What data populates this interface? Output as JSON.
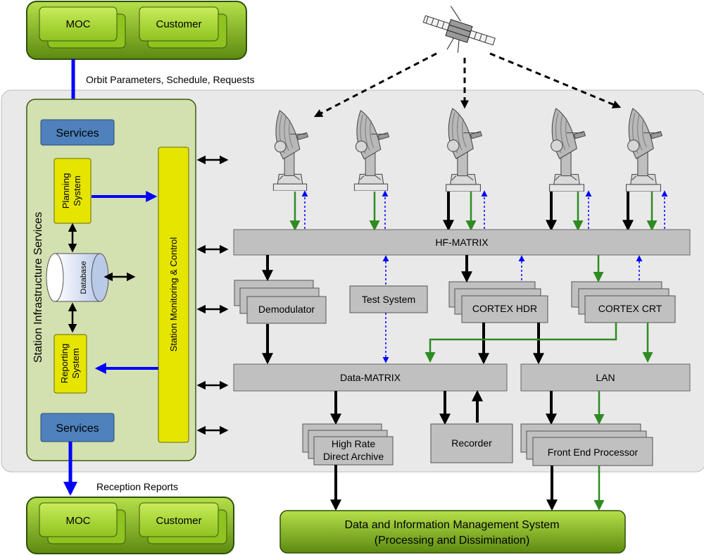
{
  "top_group": {
    "moc": "MOC",
    "customer": "Customer"
  },
  "bottom_group": {
    "moc": "MOC",
    "customer": "Customer"
  },
  "flow_labels": {
    "inbound": "Orbit Parameters, Schedule, Requests",
    "outbound": "Reception Reports"
  },
  "infrastructure": {
    "title": "Station Infrastructure Services",
    "services_top": "Services",
    "services_bottom": "Services",
    "planning": [
      "Planning",
      "System"
    ],
    "reporting": [
      "Reporting",
      "System"
    ],
    "database": "Database",
    "monitoring": "Station Monitoring & Control"
  },
  "matrices": {
    "hf": "HF-MATRIX",
    "data": "Data-MATRIX",
    "lan": "LAN"
  },
  "units": {
    "demodulator": "Demodulator",
    "test_system": "Test System",
    "cortex_hdr": "CORTEX HDR",
    "cortex_crt": "CORTEX CRT",
    "archive": [
      "High Rate",
      "Direct Archive"
    ],
    "recorder": "Recorder",
    "fep": "Front End Processor"
  },
  "dims": {
    "title": "Data and Information Management System",
    "subtitle": "(Processing and Dissimination)"
  },
  "icons": {
    "antennas": [
      "antenna-dish-icon",
      "antenna-dish-icon",
      "antenna-dish-icon",
      "antenna-dish-icon",
      "antenna-dish-icon"
    ],
    "satellite": "satellite-icon"
  },
  "colors": {
    "green_box": "#8fc31f",
    "blue_box": "#4f81bd",
    "yellow_box": "#e5e500",
    "gray_box": "#c0c0c0",
    "arrow_blue": "#0000ff",
    "arrow_green": "#2e8b22"
  }
}
